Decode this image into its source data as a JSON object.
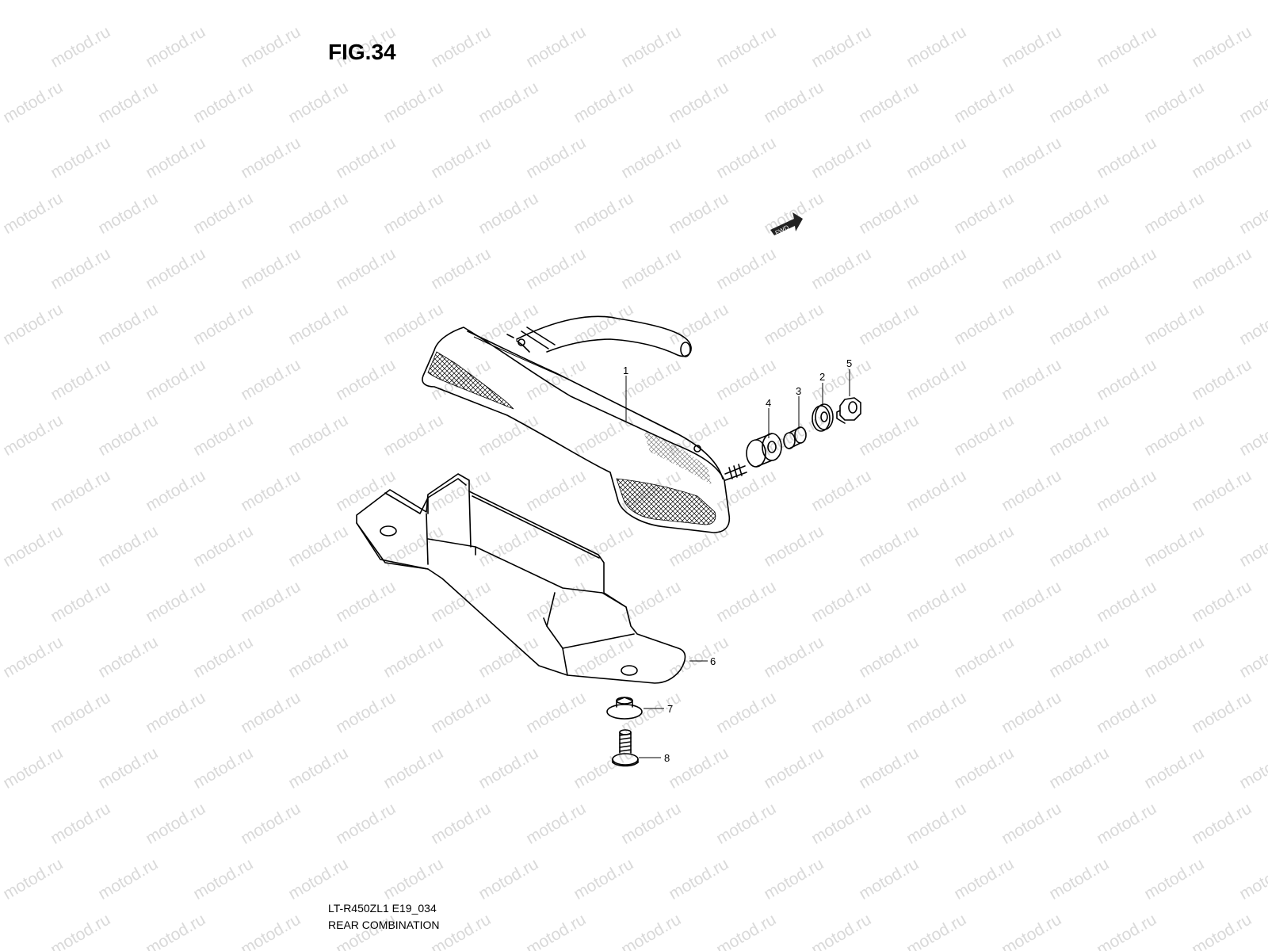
{
  "figure": {
    "title": "FIG.34",
    "model_code": "LT-R450ZL1 E19_034",
    "assembly_name": "REAR COMBINATION"
  },
  "watermark": {
    "text": "motod.ru"
  },
  "fwd_badge": {
    "text": "FWD"
  },
  "parts": [
    {
      "ref": "1",
      "label": "1"
    },
    {
      "ref": "2",
      "label": "2"
    },
    {
      "ref": "3",
      "label": "3"
    },
    {
      "ref": "4",
      "label": "4"
    },
    {
      "ref": "5",
      "label": "5"
    },
    {
      "ref": "6",
      "label": "6"
    },
    {
      "ref": "7",
      "label": "7"
    },
    {
      "ref": "8",
      "label": "8"
    }
  ]
}
